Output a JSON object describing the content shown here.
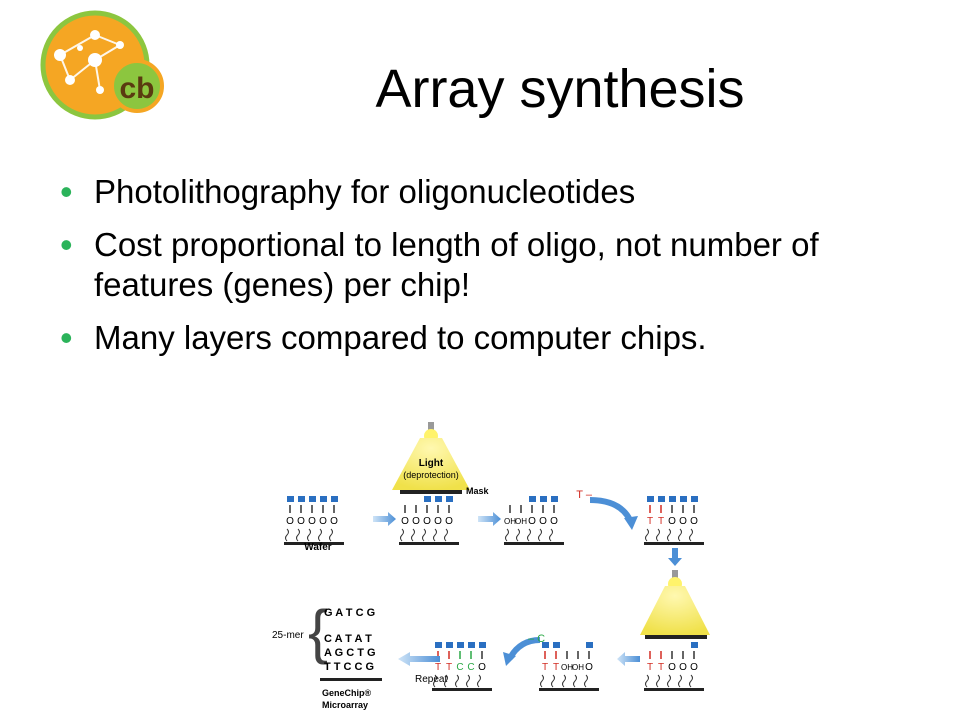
{
  "slide": {
    "title": "Array synthesis",
    "bullets": [
      "Photolithography for oligonucleotides",
      "Cost proportional to length of oligo, not number of features (genes) per chip!",
      "Many layers compared to computer chips."
    ]
  },
  "logo": {
    "text": "cb"
  },
  "diagram": {
    "light_label_1": "Light",
    "light_label_2": "(deprotection)",
    "mask_label": "Mask",
    "wafer_label": "Wafer",
    "t_reagent": "T –",
    "c_reagent": "– C",
    "repeat_label": "Repeat",
    "mer_label": "25-mer",
    "genechip_label_1": "GeneChip®",
    "genechip_label_2": "Microarray",
    "sequence_rows": [
      "G A T C G",
      "C A T A T",
      "A G C T G",
      "T T C C G"
    ],
    "stage2_row": [
      "O",
      "O",
      "O",
      "O",
      "O"
    ],
    "stage3_row": [
      "OH",
      "OH",
      "O",
      "O",
      "O"
    ],
    "stage4_row": [
      "T",
      "T",
      "O",
      "O",
      "O"
    ],
    "stage5_row": [
      "T",
      "T",
      "O",
      "O",
      "O"
    ],
    "stage6_row": [
      "T",
      "T",
      "OH",
      "OH",
      "O"
    ],
    "stage7_row": [
      "T",
      "T",
      "C",
      "C",
      "O"
    ],
    "colors": {
      "blue": "#2a6fc1",
      "red": "#d22c22",
      "green": "#2aa845",
      "light": "#f0e14a"
    }
  }
}
